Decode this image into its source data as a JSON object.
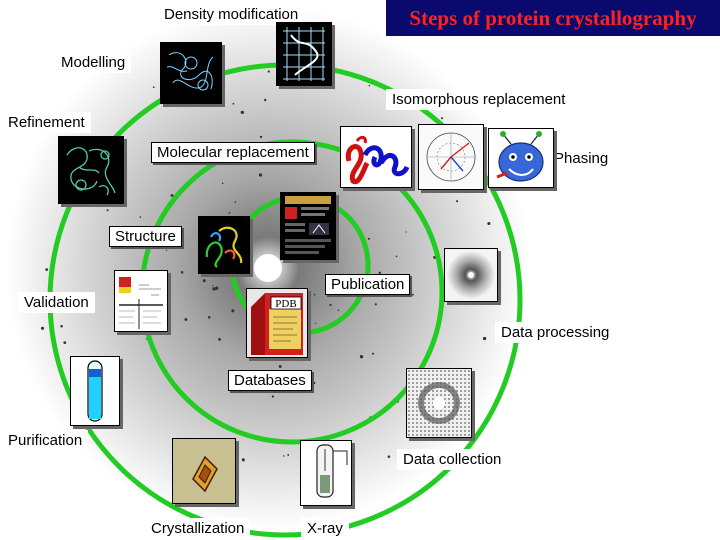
{
  "title": "Steps of protein crystallography",
  "steps": {
    "density_modification": "Density modification",
    "modelling": "Modelling",
    "isomorphous_replacement": "Isomorphous replacement",
    "refinement": "Refinement",
    "molecular_replacement": "Molecular replacement",
    "phasing": "Phasing",
    "structure": "Structure",
    "publication": "Publication",
    "validation": "Validation",
    "data_processing": "Data processing",
    "databases": "Databases",
    "purification": "Purification",
    "data_collection": "Data collection",
    "crystallization": "Crystallization",
    "xray": "X-ray"
  },
  "icons": {
    "pdb_label": "PDB",
    "modelling": "density-map-icon",
    "density_modification": "density-grid-icon",
    "refinement": "electron-density-icon",
    "molecular_replacement": "ribbon-model-icon",
    "isomorphous_replacement": "patterson-map-icon",
    "phasing": "phasing-mascot-icon",
    "structure": "protein-structure-icon",
    "publication": "journal-page-icon",
    "validation": "validation-report-icon",
    "databases": "pdb-book-icon",
    "purification": "test-tube-icon",
    "crystallization": "crystal-icon",
    "xray": "xray-beamline-icon",
    "data_collection": "diffraction-pattern-icon",
    "data_processing": "diffraction-image-icon"
  },
  "colors": {
    "track": "#22cc22",
    "title_bg": "#0a0a6e",
    "title_text": "#ff2020"
  }
}
